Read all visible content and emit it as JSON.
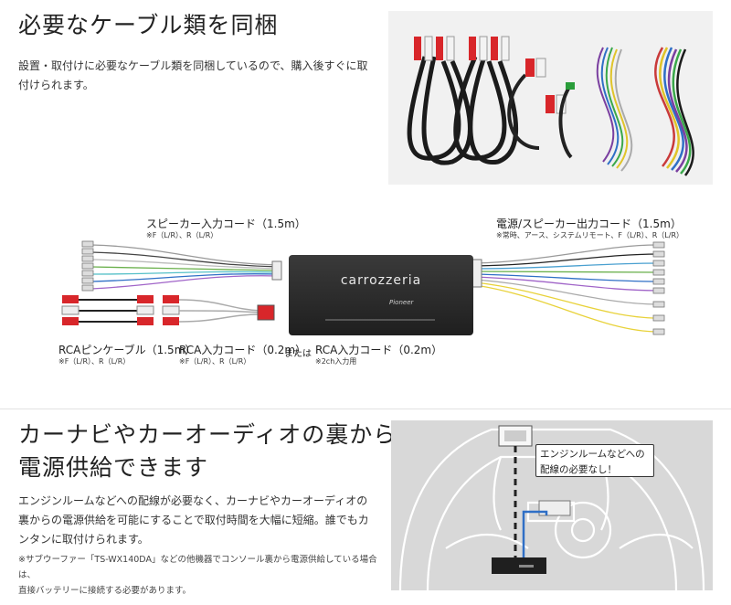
{
  "section1": {
    "title": "必要なケーブル類を同梱",
    "body_line1": "設置・取付けに必要なケーブル類を同梱しているので、購入後すぐに取",
    "body_line2": "付けられます。"
  },
  "diagram": {
    "speaker_in_title": "スピーカー入力コード（1.5m）",
    "speaker_in_sub": "※F（L/R）、R（L/R）",
    "power_out_title": "電源/スピーカー出力コード（1.5m）",
    "power_out_sub": "※常時、アース、システムリモート、F（L/R）、R（L/R）",
    "rca_pin_title": "RCAピンケーブル（1.5m）",
    "rca_pin_sub": "※F（L/R）、R（L/R）",
    "rca_in_title": "RCA入力コード（0.2m）",
    "rca_in_sub": "※F（L/R）、R（L/R）",
    "or_text": "または",
    "rca_in2_title": "RCA入力コード（0.2m）",
    "rca_in2_sub": "※2ch入力用",
    "amp_brand": "carrozzeria",
    "amp_maker": "Pioneer"
  },
  "section2": {
    "title_line1": "カーナビやカーオーディオの裏から",
    "title_line2": "電源供給できます",
    "body_line1": "エンジンルームなどへの配線が必要なく、カーナビやカーオーディオの",
    "body_line2": "裏からの電源供給を可能にすることで取付時間を大幅に短縮。誰でもカ",
    "body_line3": "ンタンに取付けられます。",
    "note_line1": "※サブウーファー「TS-WX140DA」などの他機器でコンソール裏から電源供給している場合は、",
    "note_line2": "直接バッテリーに接続する必要があります。",
    "callout_line1": "エンジンルームなどへの",
    "callout_line2": "配線の必要なし！"
  },
  "colors": {
    "rca_red": "#d8262a",
    "cable_black": "#1b1b1b",
    "amp_body": "#2a2a2a",
    "interior_bg": "#d8d8d8",
    "blue_wire": "#2f6fc6"
  }
}
